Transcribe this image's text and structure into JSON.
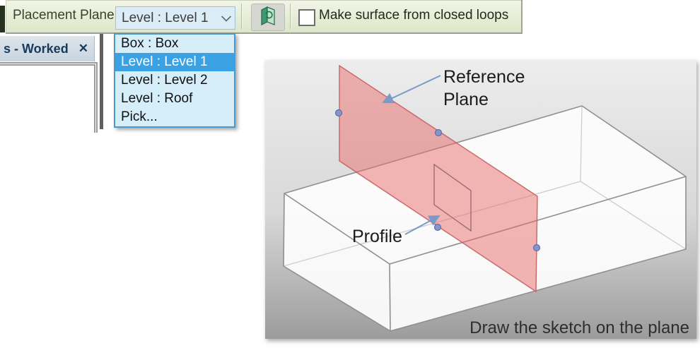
{
  "toolbar": {
    "label": "Placement Plane:",
    "dropdown_value": "Level : Level 1",
    "checkbox_label": "Make surface from closed loops",
    "checkbox_checked": false
  },
  "tab": {
    "title": "s - Worked",
    "close_glyph": "✕"
  },
  "dropdown_list": {
    "items": [
      {
        "label": "Box : Box",
        "selected": false
      },
      {
        "label": "Level : Level 1",
        "selected": true
      },
      {
        "label": "Level : Level 2",
        "selected": false
      },
      {
        "label": "Level : Roof",
        "selected": false
      },
      {
        "label": "Pick...",
        "selected": false
      }
    ]
  },
  "illustration": {
    "reference_plane_label_lines": [
      "Reference",
      "Plane"
    ],
    "profile_label": "Profile",
    "caption": "Draw the sketch on the plane",
    "colors": {
      "plane_fill": "#e96c6c",
      "plane_edge": "#c75f5f",
      "handle": "#8796c9",
      "handle_edge": "#5c6fae",
      "arrow": "#7b9ac8",
      "box_edge": "#8f8f8f",
      "hidden_edge": "#cdcdcd"
    }
  },
  "accent_colors": {
    "selected_item_bg": "#3aa2e4",
    "dropdown_bg": "#d6edfa",
    "dropdown_border": "#4e97c9",
    "toolbar_bg": "#e6edd5",
    "tab_bg": "#ccd8e2"
  }
}
